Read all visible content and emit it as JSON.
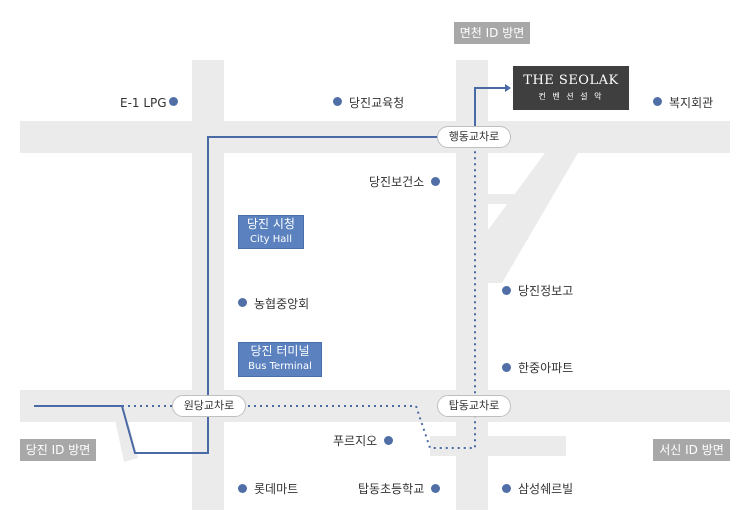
{
  "direction_labels": {
    "north": "면천 ID 방면",
    "west": "당진 ID 방면",
    "east": "서신 ID 방면"
  },
  "logo": {
    "brand": "THE SEOLAK",
    "sub": "컨 벤 션 설 악"
  },
  "buildings": {
    "city_hall": {
      "ko": "당진 시청",
      "en": "City Hall"
    },
    "bus_terminal": {
      "ko": "당진 터미널",
      "en": "Bus Terminal"
    }
  },
  "intersections": {
    "haengdong": "행동교차로",
    "wondang": "원당교차로",
    "tapdong": "탑동교차로"
  },
  "pois": {
    "e1lpg": "E-1 LPG",
    "education_office": "당진교육청",
    "welfare_center": "복지회관",
    "health_center": "당진보건소",
    "nonghyup": "농협중앙회",
    "jeongbo": "당진정보고",
    "hanjung_apt": "한중아파트",
    "pureujio": "푸르지오",
    "lotte_mart": "롯데마트",
    "tapdong_school": "탑동초등학교",
    "samsung_apt": "삼성쉐르빌"
  },
  "colors": {
    "route": "#4a6aa5",
    "marker": "#4f6fa6",
    "road": "#ebebeb",
    "building_box": "#5b82bf",
    "direction_box": "#a8a8a8",
    "logo_box": "#3f3f3f"
  }
}
